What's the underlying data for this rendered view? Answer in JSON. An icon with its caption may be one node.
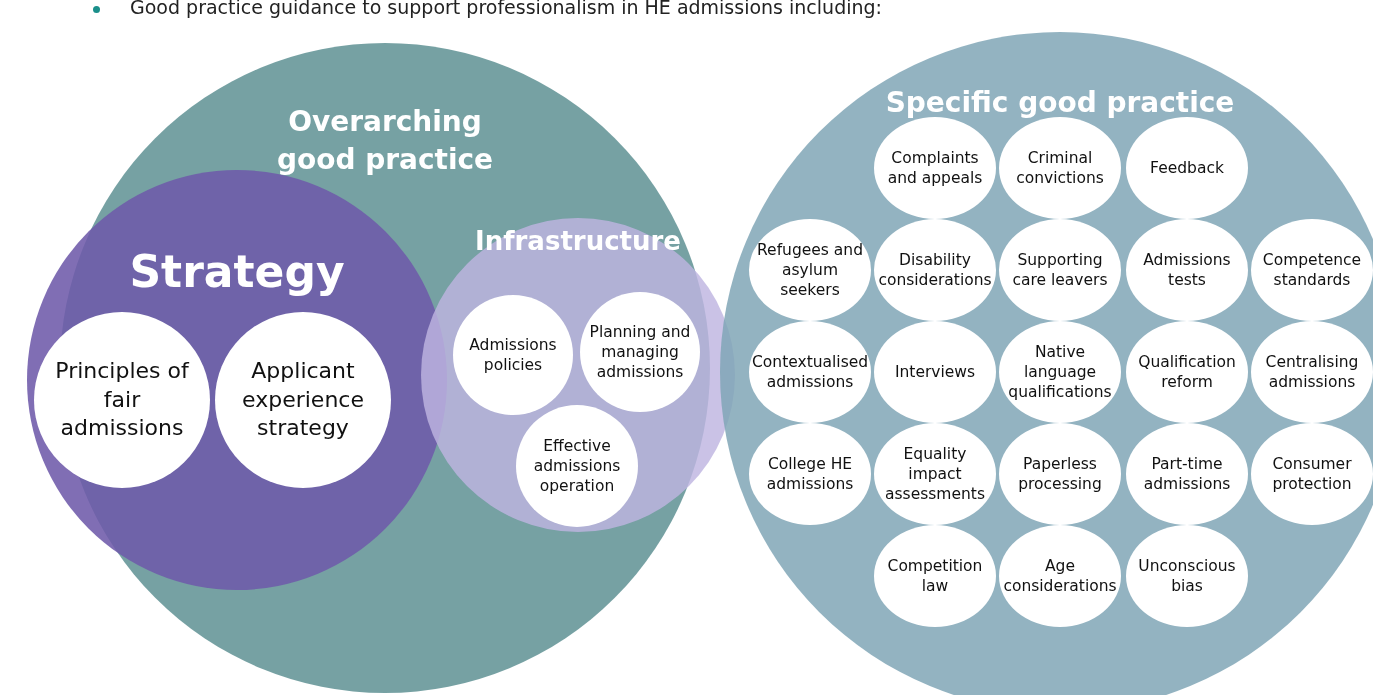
{
  "diagram": {
    "title": "Good practice guidance to support professionalism in HE admissions including:",
    "nodes": [
      {
        "text": [
          "Overarching good practice"
        ]
      },
      {
        "text": [
          "Strategy"
        ],
        "in": 0
      },
      {
        "text": [
          "Principles of fair admissions"
        ],
        "in": 1
      },
      {
        "text": [
          "Applicant experience strategy"
        ],
        "in": 1
      },
      {
        "text": [
          "Infrastructure"
        ]
      },
      {
        "text": [
          "Admissions policies"
        ],
        "in": 4
      },
      {
        "text": [
          "Planning and managing admissions"
        ],
        "in": 4
      },
      {
        "text": [
          "Effective admissions operation"
        ],
        "in": 4
      },
      {
        "text": [
          "Specific good practice"
        ]
      },
      {
        "text": [
          "Complaints and appeals"
        ],
        "in": 8
      },
      {
        "text": [
          "Criminal convictions"
        ],
        "in": 8
      },
      {
        "text": [
          "Feedback"
        ],
        "in": 8
      },
      {
        "text": [
          "Refugees and asylum seekers"
        ],
        "in": 8
      },
      {
        "text": [
          "Disability considerations"
        ],
        "in": 8
      },
      {
        "text": [
          "Supporting care leavers"
        ],
        "in": 8
      },
      {
        "text": [
          "Admissions tests"
        ],
        "in": 8
      },
      {
        "text": [
          "Competence standards"
        ],
        "in": 8
      },
      {
        "text": [
          "Contextualised admissions"
        ],
        "in": 8
      },
      {
        "text": [
          "Interviews"
        ],
        "in": 8
      },
      {
        "text": [
          "Native language qualifications"
        ],
        "in": 8
      },
      {
        "text": [
          "Qualification reform"
        ],
        "in": 8
      },
      {
        "text": [
          "Centralising admissions"
        ],
        "in": 8
      },
      {
        "text": [
          "College HE admissions"
        ],
        "in": 8
      },
      {
        "text": [
          "Equality impact assessments"
        ],
        "in": 8
      },
      {
        "text": [
          "Paperless processing"
        ],
        "in": 8
      },
      {
        "text": [
          "Part-time admissions"
        ],
        "in": 8
      },
      {
        "text": [
          "Consumer protection"
        ],
        "in": 8
      },
      {
        "text": [
          "Competition law"
        ],
        "in": 8
      },
      {
        "text": [
          "Age considerations"
        ],
        "in": 8
      },
      {
        "text": [
          "Unconscious bias"
        ],
        "in": 8
      }
    ],
    "edges": []
  }
}
